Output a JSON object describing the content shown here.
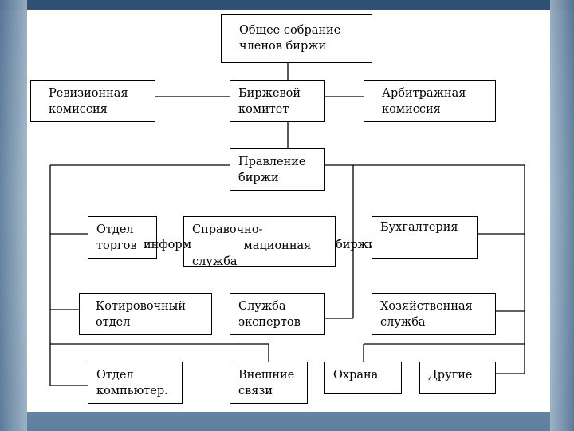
{
  "diagram": {
    "nodes": {
      "general_meeting": "Общее собрание\nчленов биржи",
      "audit_commission": "Ревизионная\nкомиссия",
      "exchange_committee": "Биржевой\nкомитет",
      "arbitration_commission": "Арбитражная\nкомиссия",
      "board": "Правление\nбиржи",
      "trading_dept": "Отдел\nторгов",
      "info_service": "Справочно-\n              мационная\nслужба",
      "info_service_overflow": "информ",
      "accounting": "Бухгалтерия",
      "quotation_dept": "Котировочный\nотдел",
      "experts_service": "Служба\nэкспертов",
      "household_service": "Хозяйственная\nслужба",
      "computer_dept": "Отдел\nкомпьютер.",
      "external_relations": "Внешние\nсвязи",
      "security": "Охрана",
      "others": "Другие"
    },
    "floating_text": {
      "exchange_word": "биржи"
    }
  }
}
